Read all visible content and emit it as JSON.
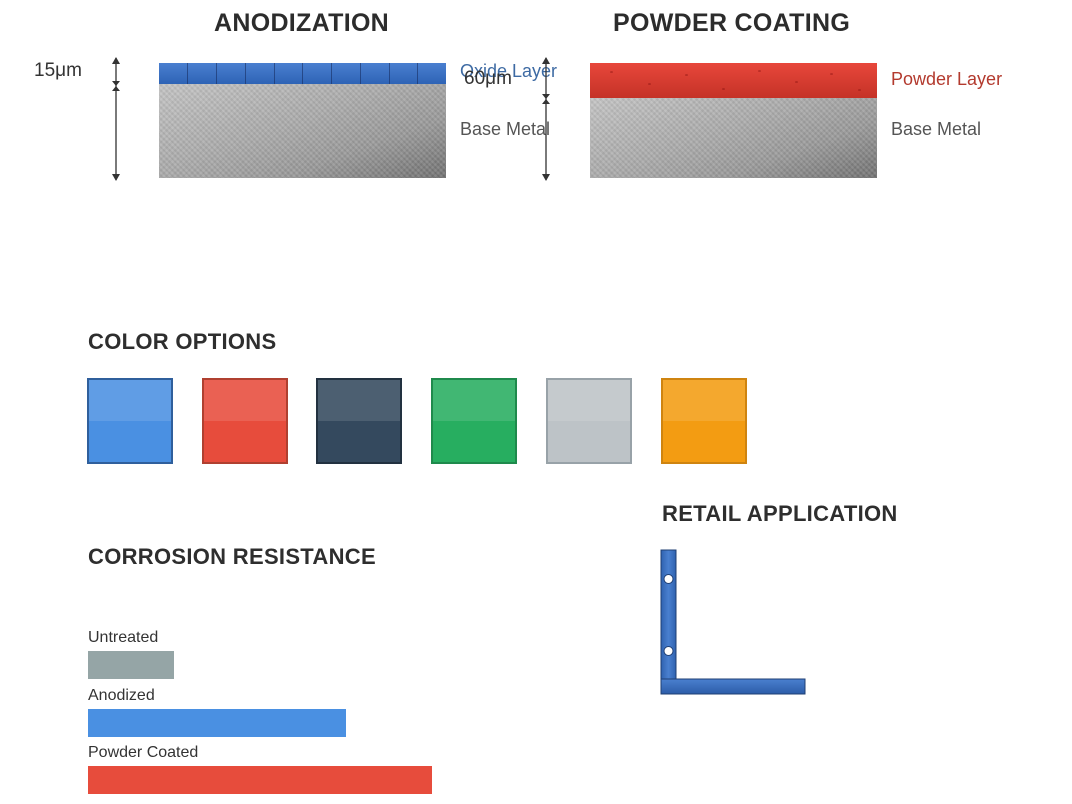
{
  "anodization": {
    "title": "ANODIZATION",
    "thickness": "15μm",
    "oxide_label": "Oxide Layer",
    "base_label": "Base Metal",
    "colors": {
      "oxide": "#3a72c6",
      "label": "#3d6aa3"
    }
  },
  "powder_coating": {
    "title": "POWDER COATING",
    "thickness": "60μm",
    "powder_label": "Powder Layer",
    "base_label": "Base Metal",
    "colors": {
      "powder": "#dc3e32",
      "label": "#b33a2e"
    }
  },
  "color_options": {
    "title": "COLOR OPTIONS",
    "swatches": [
      {
        "name": "blue",
        "color": "#4a90e2",
        "border": "#2f5f9c",
        "selected": true
      },
      {
        "name": "red",
        "color": "#e74c3c",
        "border": "#b04030"
      },
      {
        "name": "navy",
        "color": "#34495e",
        "border": "#223140"
      },
      {
        "name": "green",
        "color": "#27ae60",
        "border": "#1f8a4c"
      },
      {
        "name": "silver",
        "color": "#bdc3c7",
        "border": "#98a2a8"
      },
      {
        "name": "orange",
        "color": "#f39c12",
        "border": "#cf8410"
      }
    ]
  },
  "corrosion_resistance": {
    "title": "CORROSION RESISTANCE",
    "bars": [
      {
        "label": "Untreated",
        "value": 0.2,
        "color": "#95a5a6"
      },
      {
        "label": "Anodized",
        "value": 0.6,
        "color": "#4a90e2"
      },
      {
        "label": "Powder Coated",
        "value": 0.8,
        "color": "#e74c3c"
      }
    ]
  },
  "retail_application": {
    "title": "RETAIL APPLICATION",
    "bracket_color": "#3a72c6"
  }
}
